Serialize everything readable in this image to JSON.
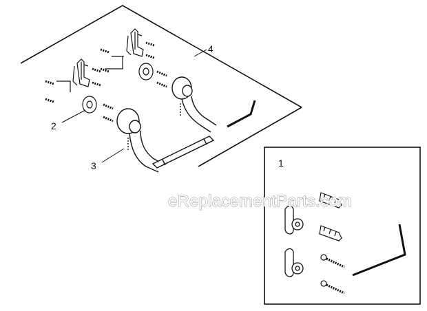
{
  "diagram": {
    "callouts": {
      "part_1": "1",
      "part_2": "2",
      "part_3": "3",
      "part_4": "4"
    },
    "watermark": "eReplacementParts.com",
    "colors": {
      "line": "#111111",
      "background": "#ffffff",
      "watermark_stroke": "#9a9a9a"
    }
  }
}
